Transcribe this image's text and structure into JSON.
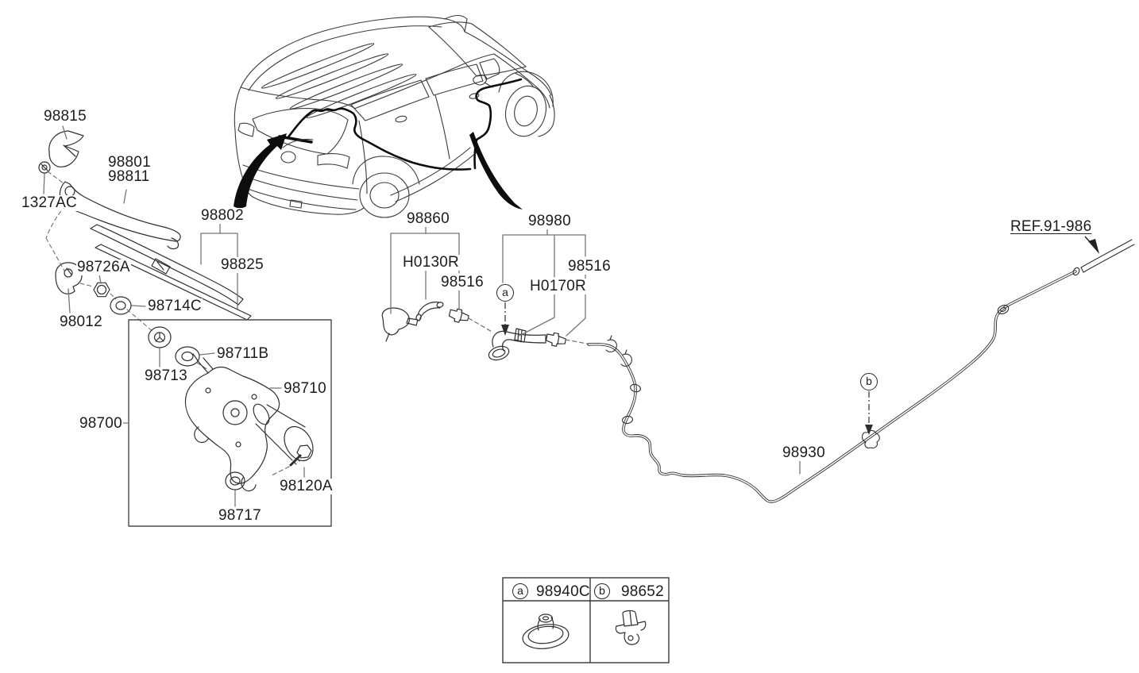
{
  "diagram": {
    "type": "exploded-parts-diagram",
    "subject": "rear windshield wiper and washer",
    "line_color": "#2f2f2f",
    "leader_color": "#757575",
    "background": "#ffffff"
  },
  "labels": {
    "p98815": "98815",
    "p98801": "98801",
    "p98811": "98811",
    "p1327AC": "1327AC",
    "p98802": "98802",
    "p98825": "98825",
    "p98726A": "98726A",
    "p98714C": "98714C",
    "p98012": "98012",
    "p98700": "98700",
    "p98711B": "98711B",
    "p98713": "98713",
    "p98710": "98710",
    "p98120A": "98120A",
    "p98717": "98717",
    "p98860": "98860",
    "pH0130R": "H0130R",
    "p98516_left": "98516",
    "p98980": "98980",
    "pH0170R": "H0170R",
    "p98516_right": "98516",
    "p98930": "98930",
    "ref_label": "REF.91-986",
    "callout_a": "a",
    "callout_b": "b"
  },
  "legend": {
    "items": [
      {
        "callout": "a",
        "part_number": "98940C",
        "icon": "grommet-icon"
      },
      {
        "callout": "b",
        "part_number": "98652",
        "icon": "clip-icon"
      }
    ]
  }
}
